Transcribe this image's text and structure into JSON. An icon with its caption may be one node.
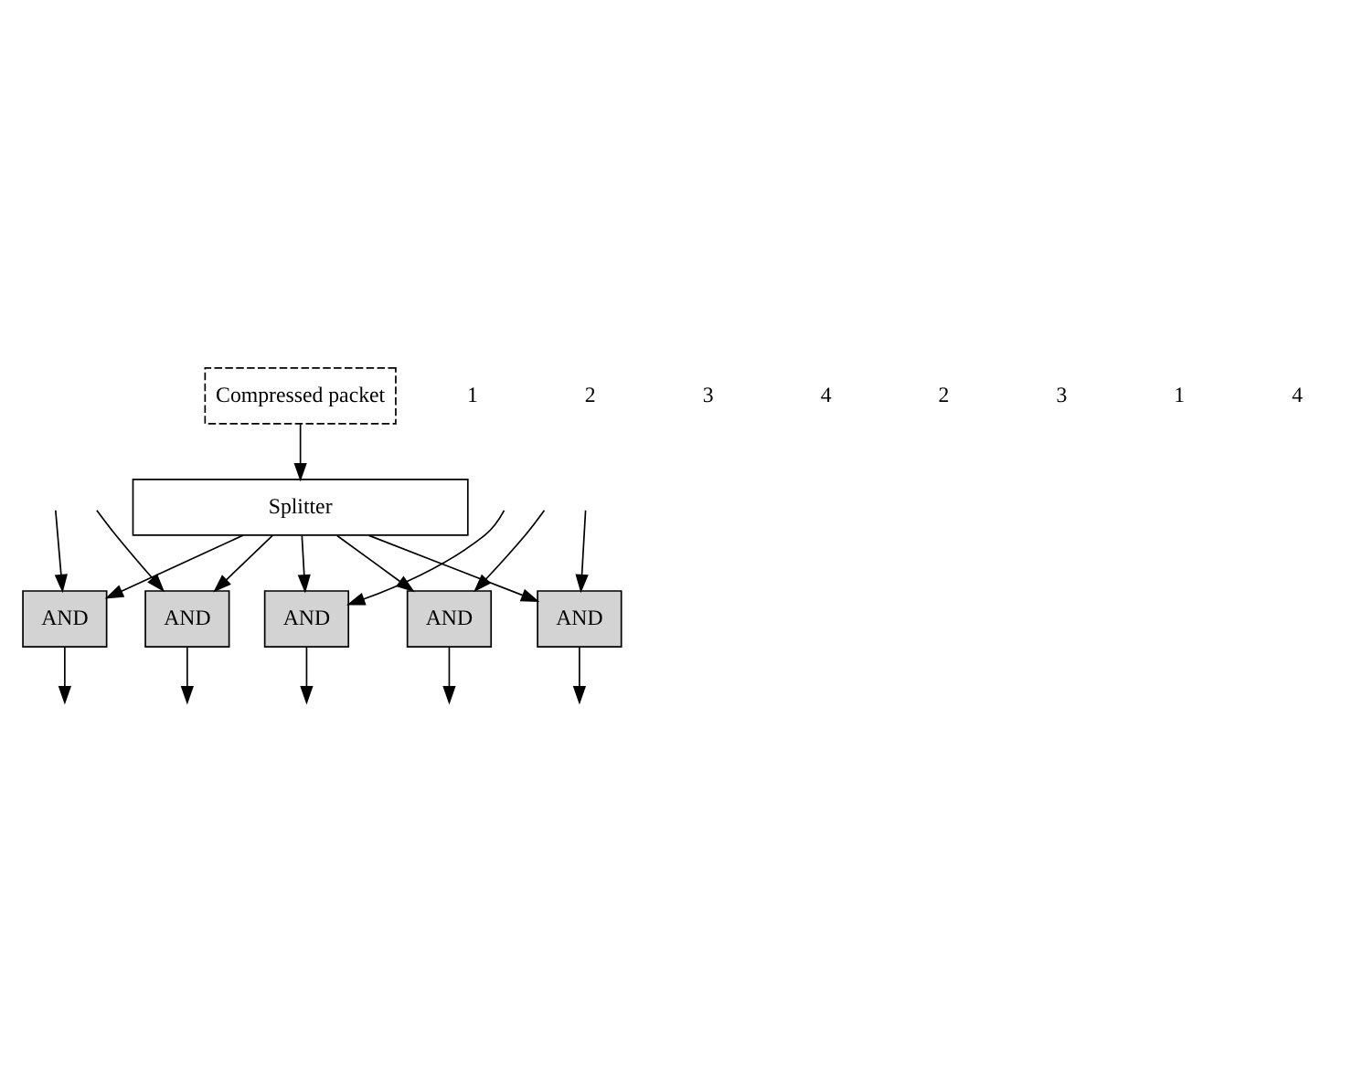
{
  "diagram": {
    "nodes": [
      {
        "text": [
          "Compressed packet"
        ]
      },
      {
        "text": [
          "Splitter"
        ]
      },
      {
        "text": [
          "AND"
        ]
      },
      {
        "text": [
          "AND"
        ]
      },
      {
        "text": [
          "AND"
        ]
      },
      {
        "text": [
          "AND"
        ]
      },
      {
        "text": [
          "AND"
        ]
      }
    ],
    "edges": [
      {
        "from": 0,
        "to": 1,
        "arrow": "to"
      },
      {
        "from": 1,
        "to": 2,
        "arrow": "to"
      },
      {
        "from": 1,
        "to": 3,
        "arrow": "to"
      },
      {
        "from": 1,
        "to": 4,
        "arrow": "to"
      },
      {
        "from": 1,
        "to": 5,
        "arrow": "to"
      },
      {
        "from": 1,
        "to": 6,
        "arrow": "to"
      },
      {
        "from": null,
        "to": 2,
        "arrow": "to"
      },
      {
        "from": null,
        "to": 3,
        "arrow": "to"
      },
      {
        "from": null,
        "to": 4,
        "arrow": "to"
      },
      {
        "from": null,
        "to": 5,
        "arrow": "to"
      },
      {
        "from": null,
        "to": 6,
        "arrow": "to"
      },
      {
        "from": 2,
        "to": null,
        "arrow": "to"
      },
      {
        "from": 3,
        "to": null,
        "arrow": "to"
      },
      {
        "from": 4,
        "to": null,
        "arrow": "to"
      },
      {
        "from": 5,
        "to": null,
        "arrow": "to"
      },
      {
        "from": 6,
        "to": null,
        "arrow": "to"
      }
    ],
    "labels": [
      "1",
      "2",
      "3",
      "4",
      "2",
      "3",
      "1",
      "4"
    ]
  }
}
